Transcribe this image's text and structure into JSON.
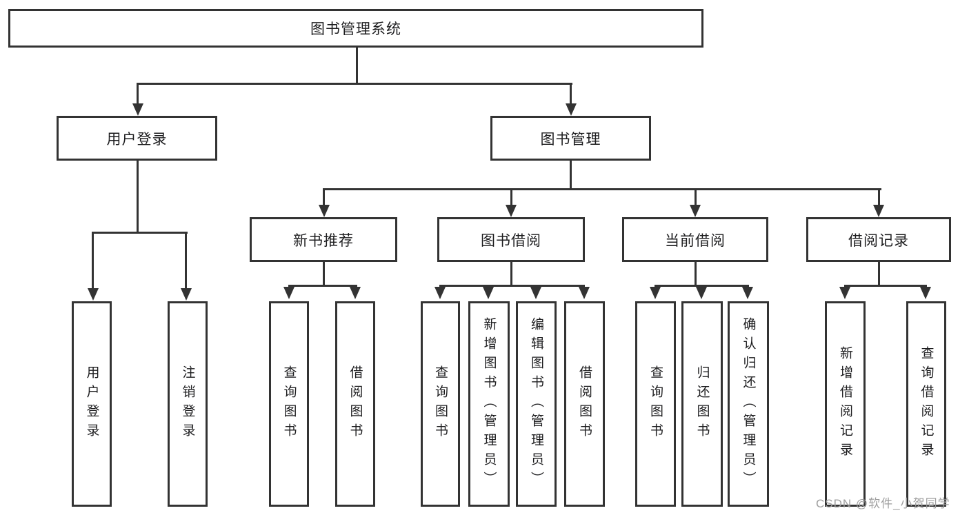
{
  "diagram": {
    "title": "图书管理系统",
    "branches": [
      {
        "label": "用户登录",
        "children": [
          {
            "label": "用户登录"
          },
          {
            "label": "注销登录"
          }
        ]
      },
      {
        "label": "图书管理",
        "children": [
          {
            "label": "新书推荐",
            "children": [
              {
                "label": "查询图书"
              },
              {
                "label": "借阅图书"
              }
            ]
          },
          {
            "label": "图书借阅",
            "children": [
              {
                "label": "查询图书"
              },
              {
                "label": "新增图书（管理员）"
              },
              {
                "label": "编辑图书（管理员）"
              },
              {
                "label": "借阅图书"
              }
            ]
          },
          {
            "label": "当前借阅",
            "children": [
              {
                "label": "查询图书"
              },
              {
                "label": "归还图书"
              },
              {
                "label": "确认归还（管理员）"
              }
            ]
          },
          {
            "label": "借阅记录",
            "children": [
              {
                "label": "新增借阅记录"
              },
              {
                "label": "查询借阅记录"
              }
            ]
          }
        ]
      }
    ]
  },
  "watermark": {
    "text": "CSDN @软件_小贺同学"
  },
  "colors": {
    "line": "#333333",
    "text": "#1d1d1f",
    "watermark": "#9e9e9e",
    "background": "#ffffff"
  }
}
